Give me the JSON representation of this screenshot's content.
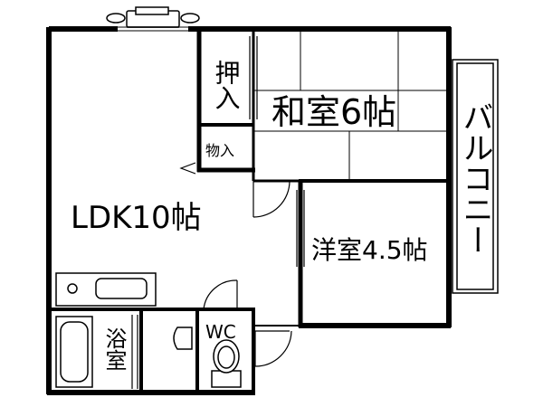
{
  "rooms": {
    "ldk": {
      "label": "LDK10帖"
    },
    "washitsu": {
      "label": "和室6帖"
    },
    "youshitsu": {
      "label": "洋室4.5帖"
    },
    "balcony": {
      "label": "バルコニー"
    },
    "oshiire": {
      "label": "押入"
    },
    "monoire": {
      "label": "物入"
    },
    "bath": {
      "label": "浴室"
    },
    "wc": {
      "label": "WC"
    }
  }
}
